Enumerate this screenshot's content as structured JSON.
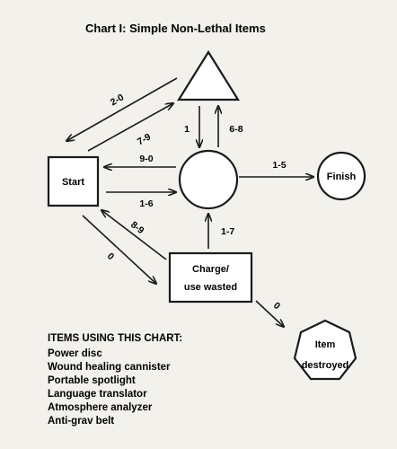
{
  "title": "Chart I:  Simple Non-Lethal Items",
  "nodes": {
    "start": "Start",
    "finish": "Finish",
    "charge_line1": "Charge/",
    "charge_line2": "use wasted",
    "destroyed_line1": "Item",
    "destroyed_line2": "destroyed"
  },
  "edges": {
    "triangle_to_start": "2-0",
    "start_to_triangle": "7-9",
    "triangle_to_circle": "1",
    "circle_to_triangle": "6-8",
    "circle_to_start": "9-0",
    "start_to_circle": "1-6",
    "circle_to_finish": "1-5",
    "charge_to_start": "8-9",
    "start_to_charge": "0",
    "charge_to_circle": "1-7",
    "charge_to_destroyed": "0"
  },
  "items_list": {
    "heading": "ITEMS USING THIS CHART:",
    "items": [
      "Power disc",
      "Wound healing cannister",
      "Portable spotlight",
      "Language translator",
      "Atmosphere analyzer",
      "Anti-grav belt"
    ]
  }
}
